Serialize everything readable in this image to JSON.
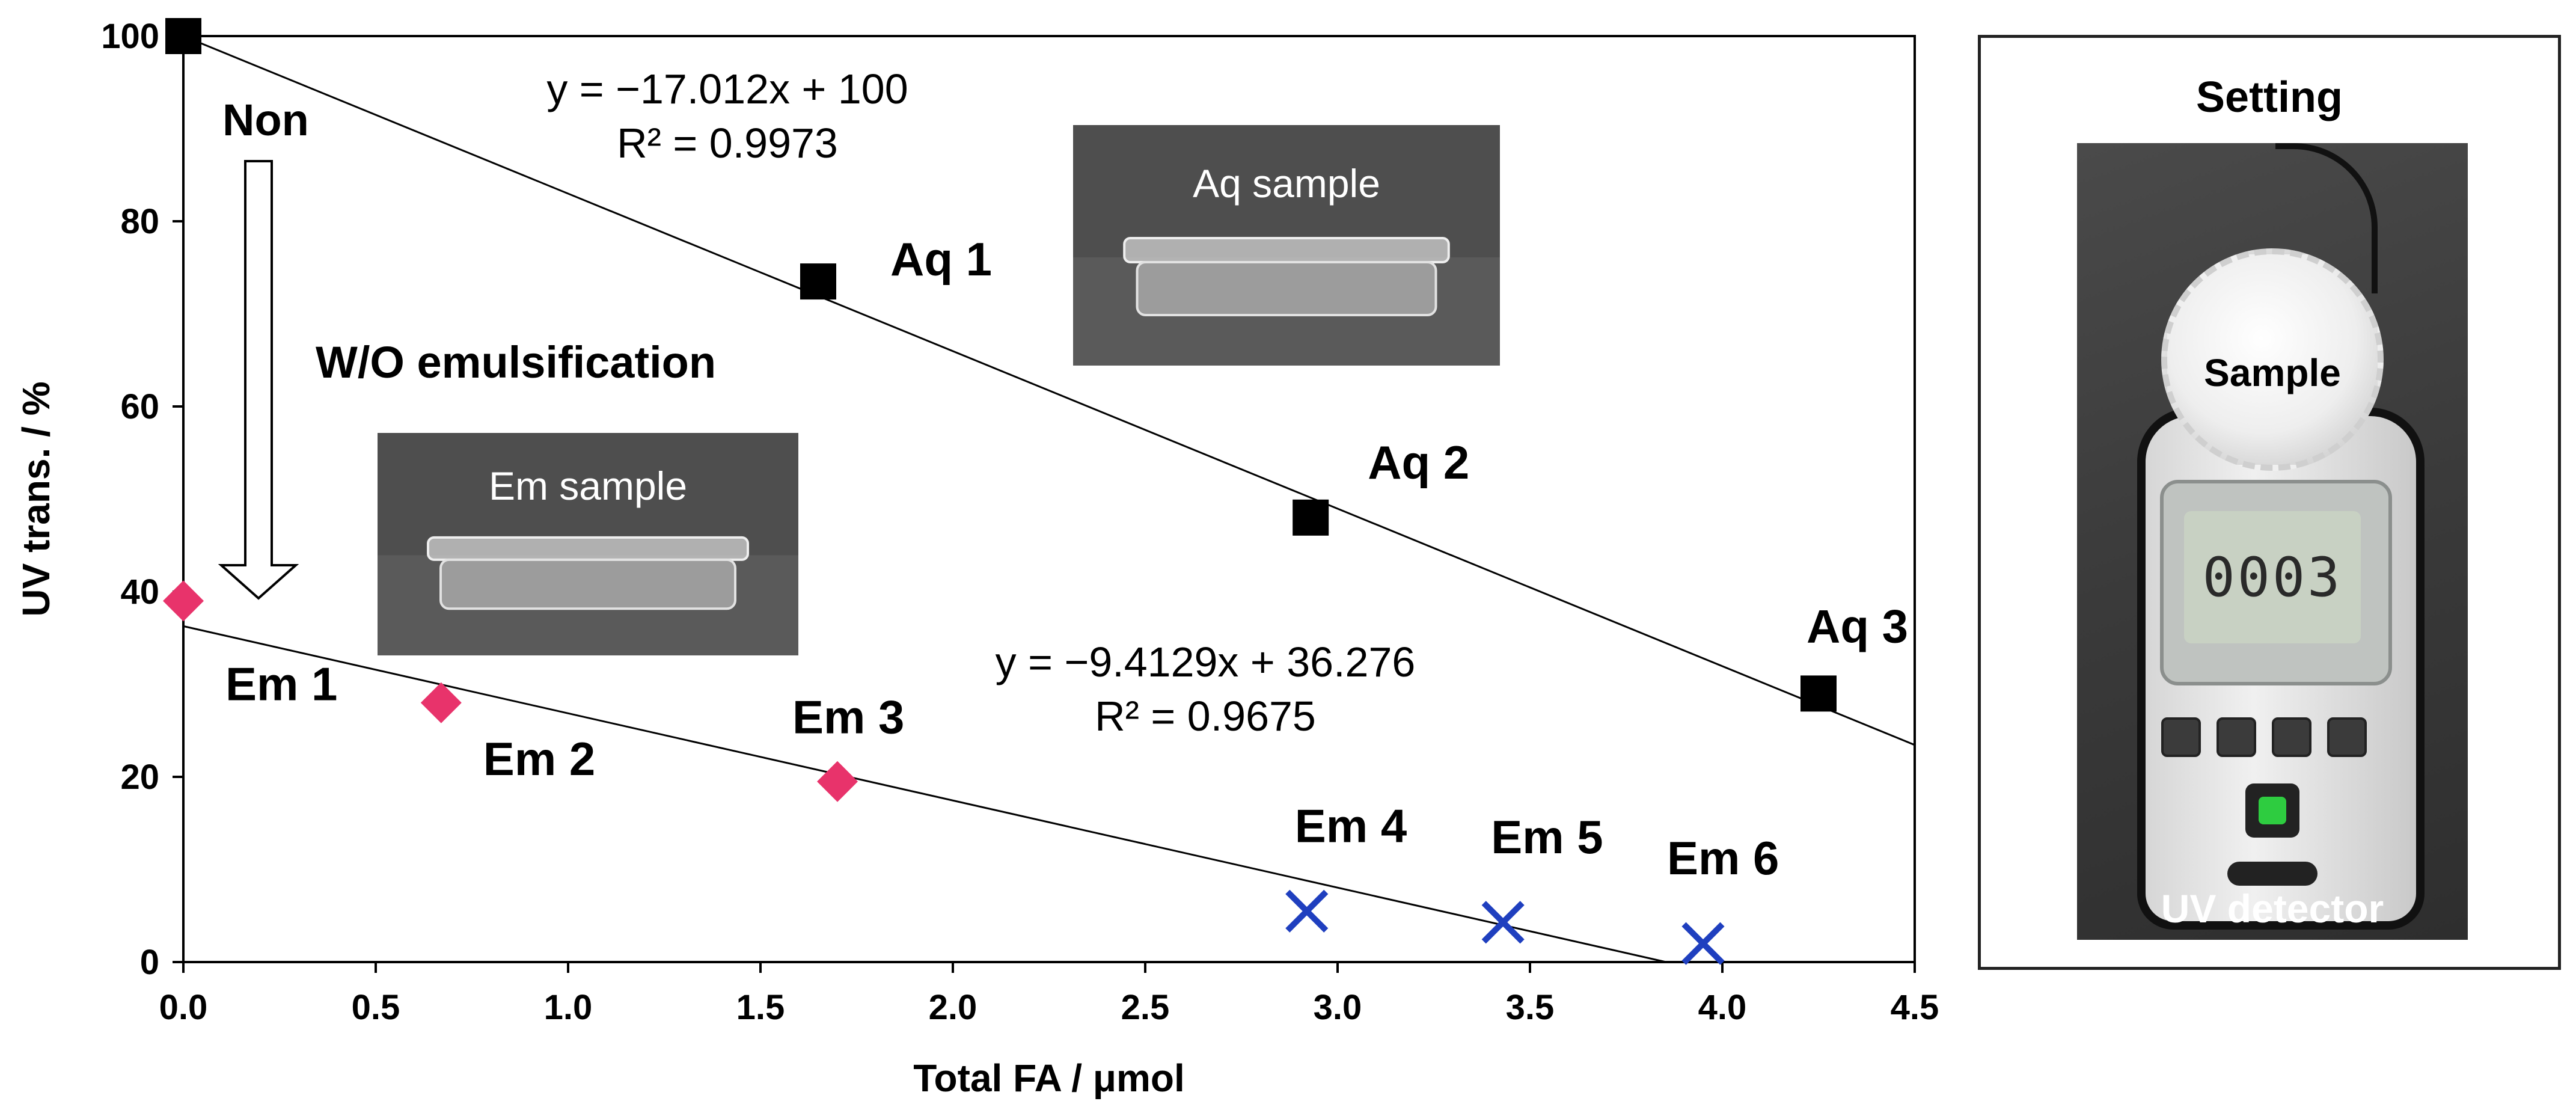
{
  "chart_data": {
    "type": "scatter",
    "xlabel": "Total FA / μmol",
    "ylabel": "UV trans. / %",
    "xlim": [
      0,
      4.5
    ],
    "ylim": [
      0,
      100
    ],
    "x_ticks": [
      "0.0",
      "0.5",
      "1.0",
      "1.5",
      "2.0",
      "2.5",
      "3.0",
      "3.5",
      "4.0",
      "4.5"
    ],
    "y_ticks": [
      "0",
      "20",
      "40",
      "60",
      "80",
      "100"
    ],
    "grid": false,
    "series": [
      {
        "marker": "square",
        "color": "#000000",
        "points": [
          {
            "x": 0.0,
            "y": 100,
            "label": ""
          },
          {
            "x": 1.65,
            "y": 73.5,
            "label": "Aq 1"
          },
          {
            "x": 2.93,
            "y": 48,
            "label": "Aq 2"
          },
          {
            "x": 4.25,
            "y": 29,
            "label": "Aq 3"
          }
        ],
        "fit": {
          "slope": -17.012,
          "intercept": 100,
          "equation": "y = −17.012x + 100",
          "r2": "R² = 0.9973"
        }
      },
      {
        "marker": "diamond",
        "color": "#e8336b",
        "points": [
          {
            "x": 0.0,
            "y": 39,
            "label": "Em 1"
          },
          {
            "x": 0.67,
            "y": 28,
            "label": "Em 2"
          },
          {
            "x": 1.7,
            "y": 19.5,
            "label": "Em 3"
          }
        ],
        "fit": {
          "slope": -9.4129,
          "intercept": 36.276,
          "equation": "y = −9.4129x + 36.276",
          "r2": "R² = 0.9675"
        }
      },
      {
        "marker": "x",
        "color": "#1f3fbf",
        "points": [
          {
            "x": 2.92,
            "y": 5.5,
            "label": "Em 4"
          },
          {
            "x": 3.43,
            "y": 4.3,
            "label": "Em 5"
          },
          {
            "x": 3.95,
            "y": 2.0,
            "label": "Em 6"
          }
        ]
      }
    ],
    "annotations": {
      "non": "Non",
      "wo_emulsification": "W/O emulsification"
    },
    "photos": {
      "aq_sample": "Aq sample",
      "em_sample": "Em sample"
    }
  },
  "setting_panel": {
    "title": "Setting",
    "sample_label": "Sample",
    "detector_label": "UV detector",
    "lcd_reading": "0003"
  }
}
